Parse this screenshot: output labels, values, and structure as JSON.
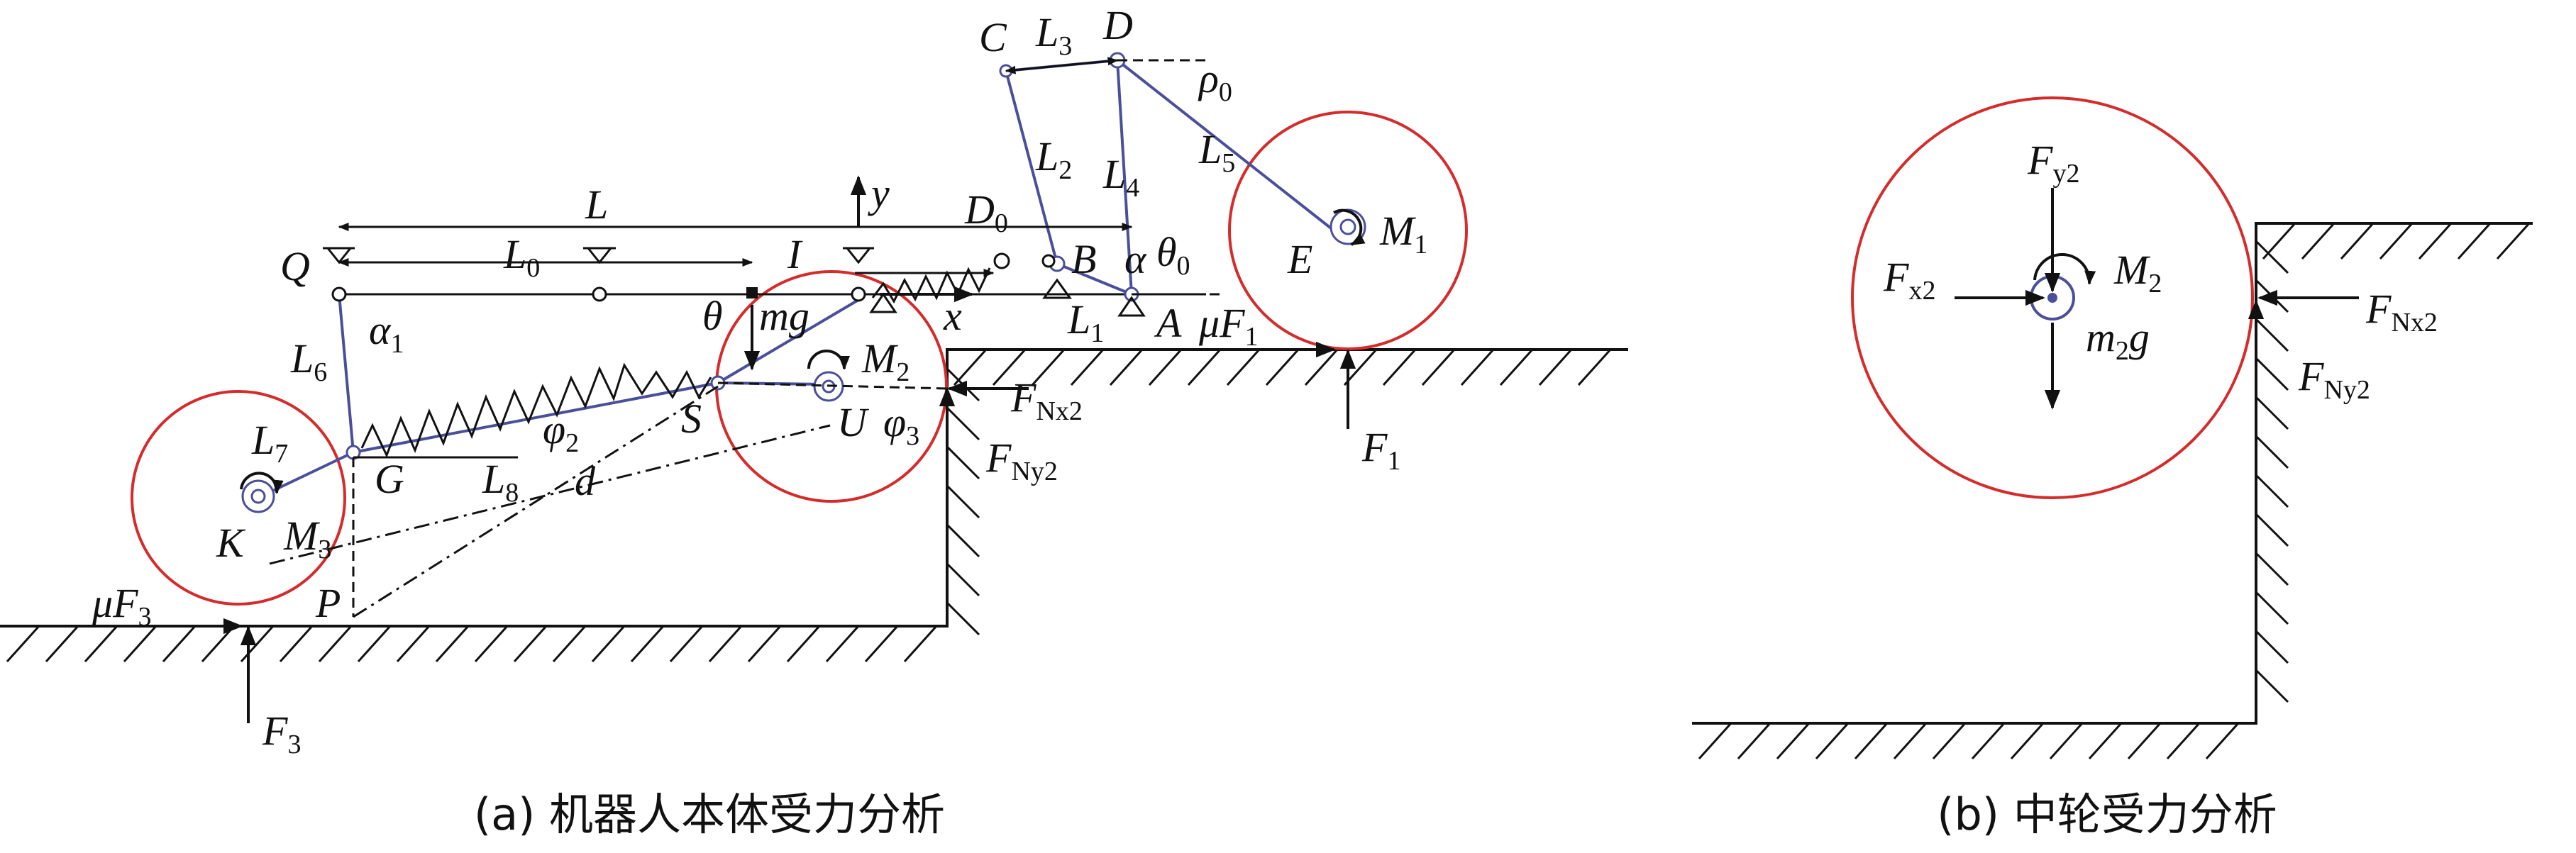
{
  "colors": {
    "wheel": "#d42b2b",
    "link": "#4a4f9a",
    "line": "#111111"
  },
  "panel_a": {
    "caption": "(a) 机器人本体受力分析",
    "labels": {
      "C": "C",
      "D": "D",
      "L3": "L",
      "L3_sub": "3",
      "rho0": "ρ",
      "rho0_sub": "0",
      "L2": "L",
      "L2_sub": "2",
      "L4": "L",
      "L4_sub": "4",
      "L5": "L",
      "L5_sub": "5",
      "M1": "M",
      "M1_sub": "1",
      "E": "E",
      "D0": "D",
      "D0_sub": "0",
      "B": "B",
      "alpha": "α",
      "theta0": "θ",
      "theta0_sub": "0",
      "A": "A",
      "L1": "L",
      "L1_sub": "1",
      "muF1": "μF",
      "muF1_sub": "1",
      "F1": "F",
      "F1_sub": "1",
      "L": "L",
      "L0": "L",
      "L0_sub": "0",
      "I": "I",
      "y": "y",
      "Q": "Q",
      "alpha1": "α",
      "alpha1_sub": "1",
      "theta": "θ",
      "mg": "mg",
      "x": "x",
      "L6": "L",
      "L6_sub": "6",
      "M2": "M",
      "M2_sub": "2",
      "S": "S",
      "U": "U",
      "phi3": "φ",
      "phi3_sub": "3",
      "FNx2": "F",
      "FNx2_sub": "Nx2",
      "FNy2": "F",
      "FNy2_sub": "Ny2",
      "L7": "L",
      "L7_sub": "7",
      "phi2": "φ",
      "phi2_sub": "2",
      "G": "G",
      "L8": "L",
      "L8_sub": "8",
      "d": "d",
      "K": "K",
      "M3": "M",
      "M3_sub": "3",
      "P": "P",
      "muF3": "μF",
      "muF3_sub": "3",
      "F3": "F",
      "F3_sub": "3"
    }
  },
  "panel_b": {
    "caption": "(b) 中轮受力分析",
    "labels": {
      "Fy2": "F",
      "Fy2_sub": "y2",
      "Fx2": "F",
      "Fx2_sub": "x2",
      "M2": "M",
      "M2_sub": "2",
      "m2g": "m",
      "m2g_sub": "2",
      "m2g_g": "g",
      "FNx2": "F",
      "FNx2_sub": "Nx2",
      "FNy2": "F",
      "FNy2_sub": "Ny2"
    }
  }
}
